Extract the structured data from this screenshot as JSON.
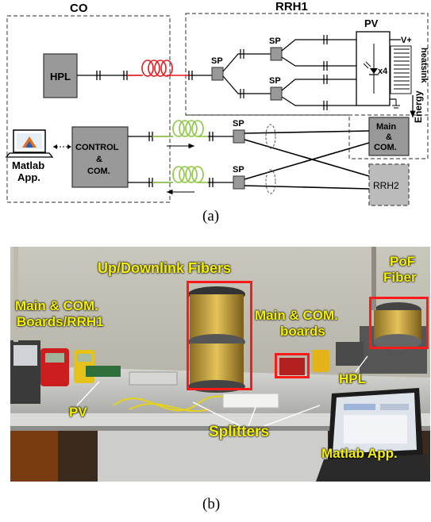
{
  "diagram": {
    "co_label": "CO",
    "rrh1_label": "RRH1",
    "hpl_label": "HPL",
    "control_label_1": "CONTROL",
    "control_label_2": "&",
    "control_label_3": "COM.",
    "matlab_label_1": "Matlab",
    "matlab_label_2": "App.",
    "sp_label": "SP",
    "pv_label": "PV",
    "pv_count": "x4",
    "vplus_label": "V+",
    "heatsink_label": "heatsink",
    "energy_label": "Energy",
    "main_com_label_1": "Main",
    "main_com_label_2": "&",
    "main_com_label_3": "COM.",
    "rrh2_label": "RRH2",
    "caption_a": "(a)"
  },
  "photo": {
    "label_updown": "Up/Downlink Fibers",
    "label_pof_1": "PoF",
    "label_pof_2": "Fiber",
    "label_main_boards_1": "Main & COM.",
    "label_main_boards_2": "Boards/RRH1",
    "label_main_com_1": "Main & COM.",
    "label_main_com_2": "boards",
    "label_hpl": "HPL",
    "label_pv": "PV",
    "label_splitters": "Splitters",
    "label_matlab": "Matlab App.",
    "caption_b": "(b)"
  },
  "colors": {
    "red_fiber": "#e8191c",
    "green_fiber": "#8dc63f",
    "box_gray": "#999999",
    "annotation_yellow": "#f4f000",
    "highlight_red": "#ff1a1a"
  }
}
